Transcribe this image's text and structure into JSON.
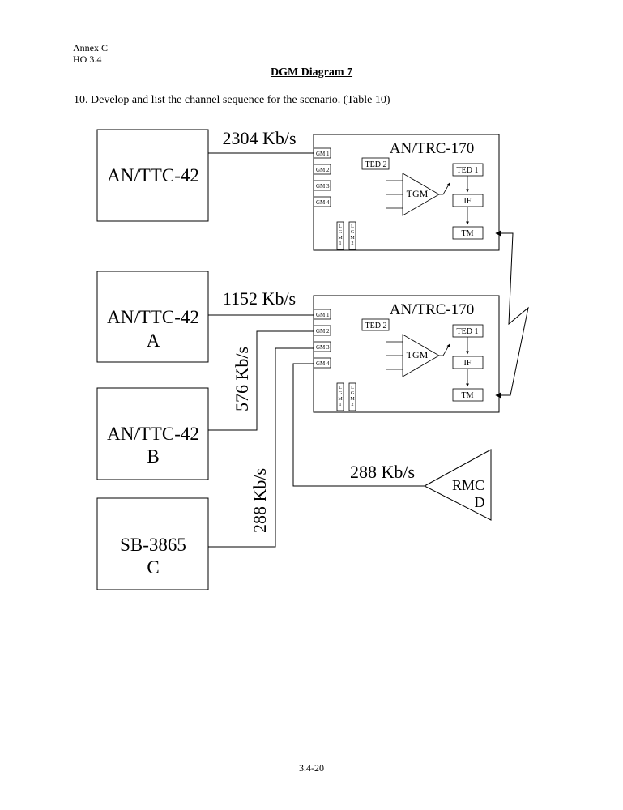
{
  "header": {
    "line1": "Annex C",
    "line2": "HO 3.4"
  },
  "title": "DGM Diagram 7",
  "instruction": "10. Develop and list the channel sequence for the scenario.  (Table 10)",
  "page_number": "3.4-20",
  "devices": {
    "ttc42": {
      "name": "AN/TTC-42"
    },
    "ttc42a": {
      "name": "AN/TTC-42",
      "letter": "A"
    },
    "ttc42b": {
      "name": "AN/TTC-42",
      "letter": "B"
    },
    "sb3865": {
      "name": "SB-3865",
      "letter": "C"
    },
    "rmc": {
      "name": "RMC",
      "letter": "D"
    }
  },
  "links": {
    "top": "2304 Kb/s",
    "a": "1152 Kb/s",
    "b": "576 Kb/s",
    "c": "288 Kb/s",
    "d": "288 Kb/s"
  },
  "trc_upper": {
    "title": "AN/TRC-170",
    "gm": [
      "GM 1",
      "GM 2",
      "GM 3",
      "GM 4"
    ],
    "ted2": "TED 2",
    "ted1": "TED 1",
    "tgm": "TGM",
    "if": "IF",
    "tm": "TM",
    "lgm1": [
      "L",
      "G",
      "M",
      "1"
    ],
    "lgm2": [
      "L",
      "G",
      "M",
      "2"
    ]
  },
  "trc_lower": {
    "title": "AN/TRC-170",
    "gm": [
      "GM 1",
      "GM 2",
      "GM 3",
      "GM 4"
    ],
    "ted2": "TED 2",
    "ted1": "TED 1",
    "tgm": "TGM",
    "if": "IF",
    "tm": "TM",
    "lgm1": [
      "L",
      "G",
      "M",
      "1"
    ],
    "lgm2": [
      "L",
      "G",
      "M",
      "2"
    ]
  }
}
